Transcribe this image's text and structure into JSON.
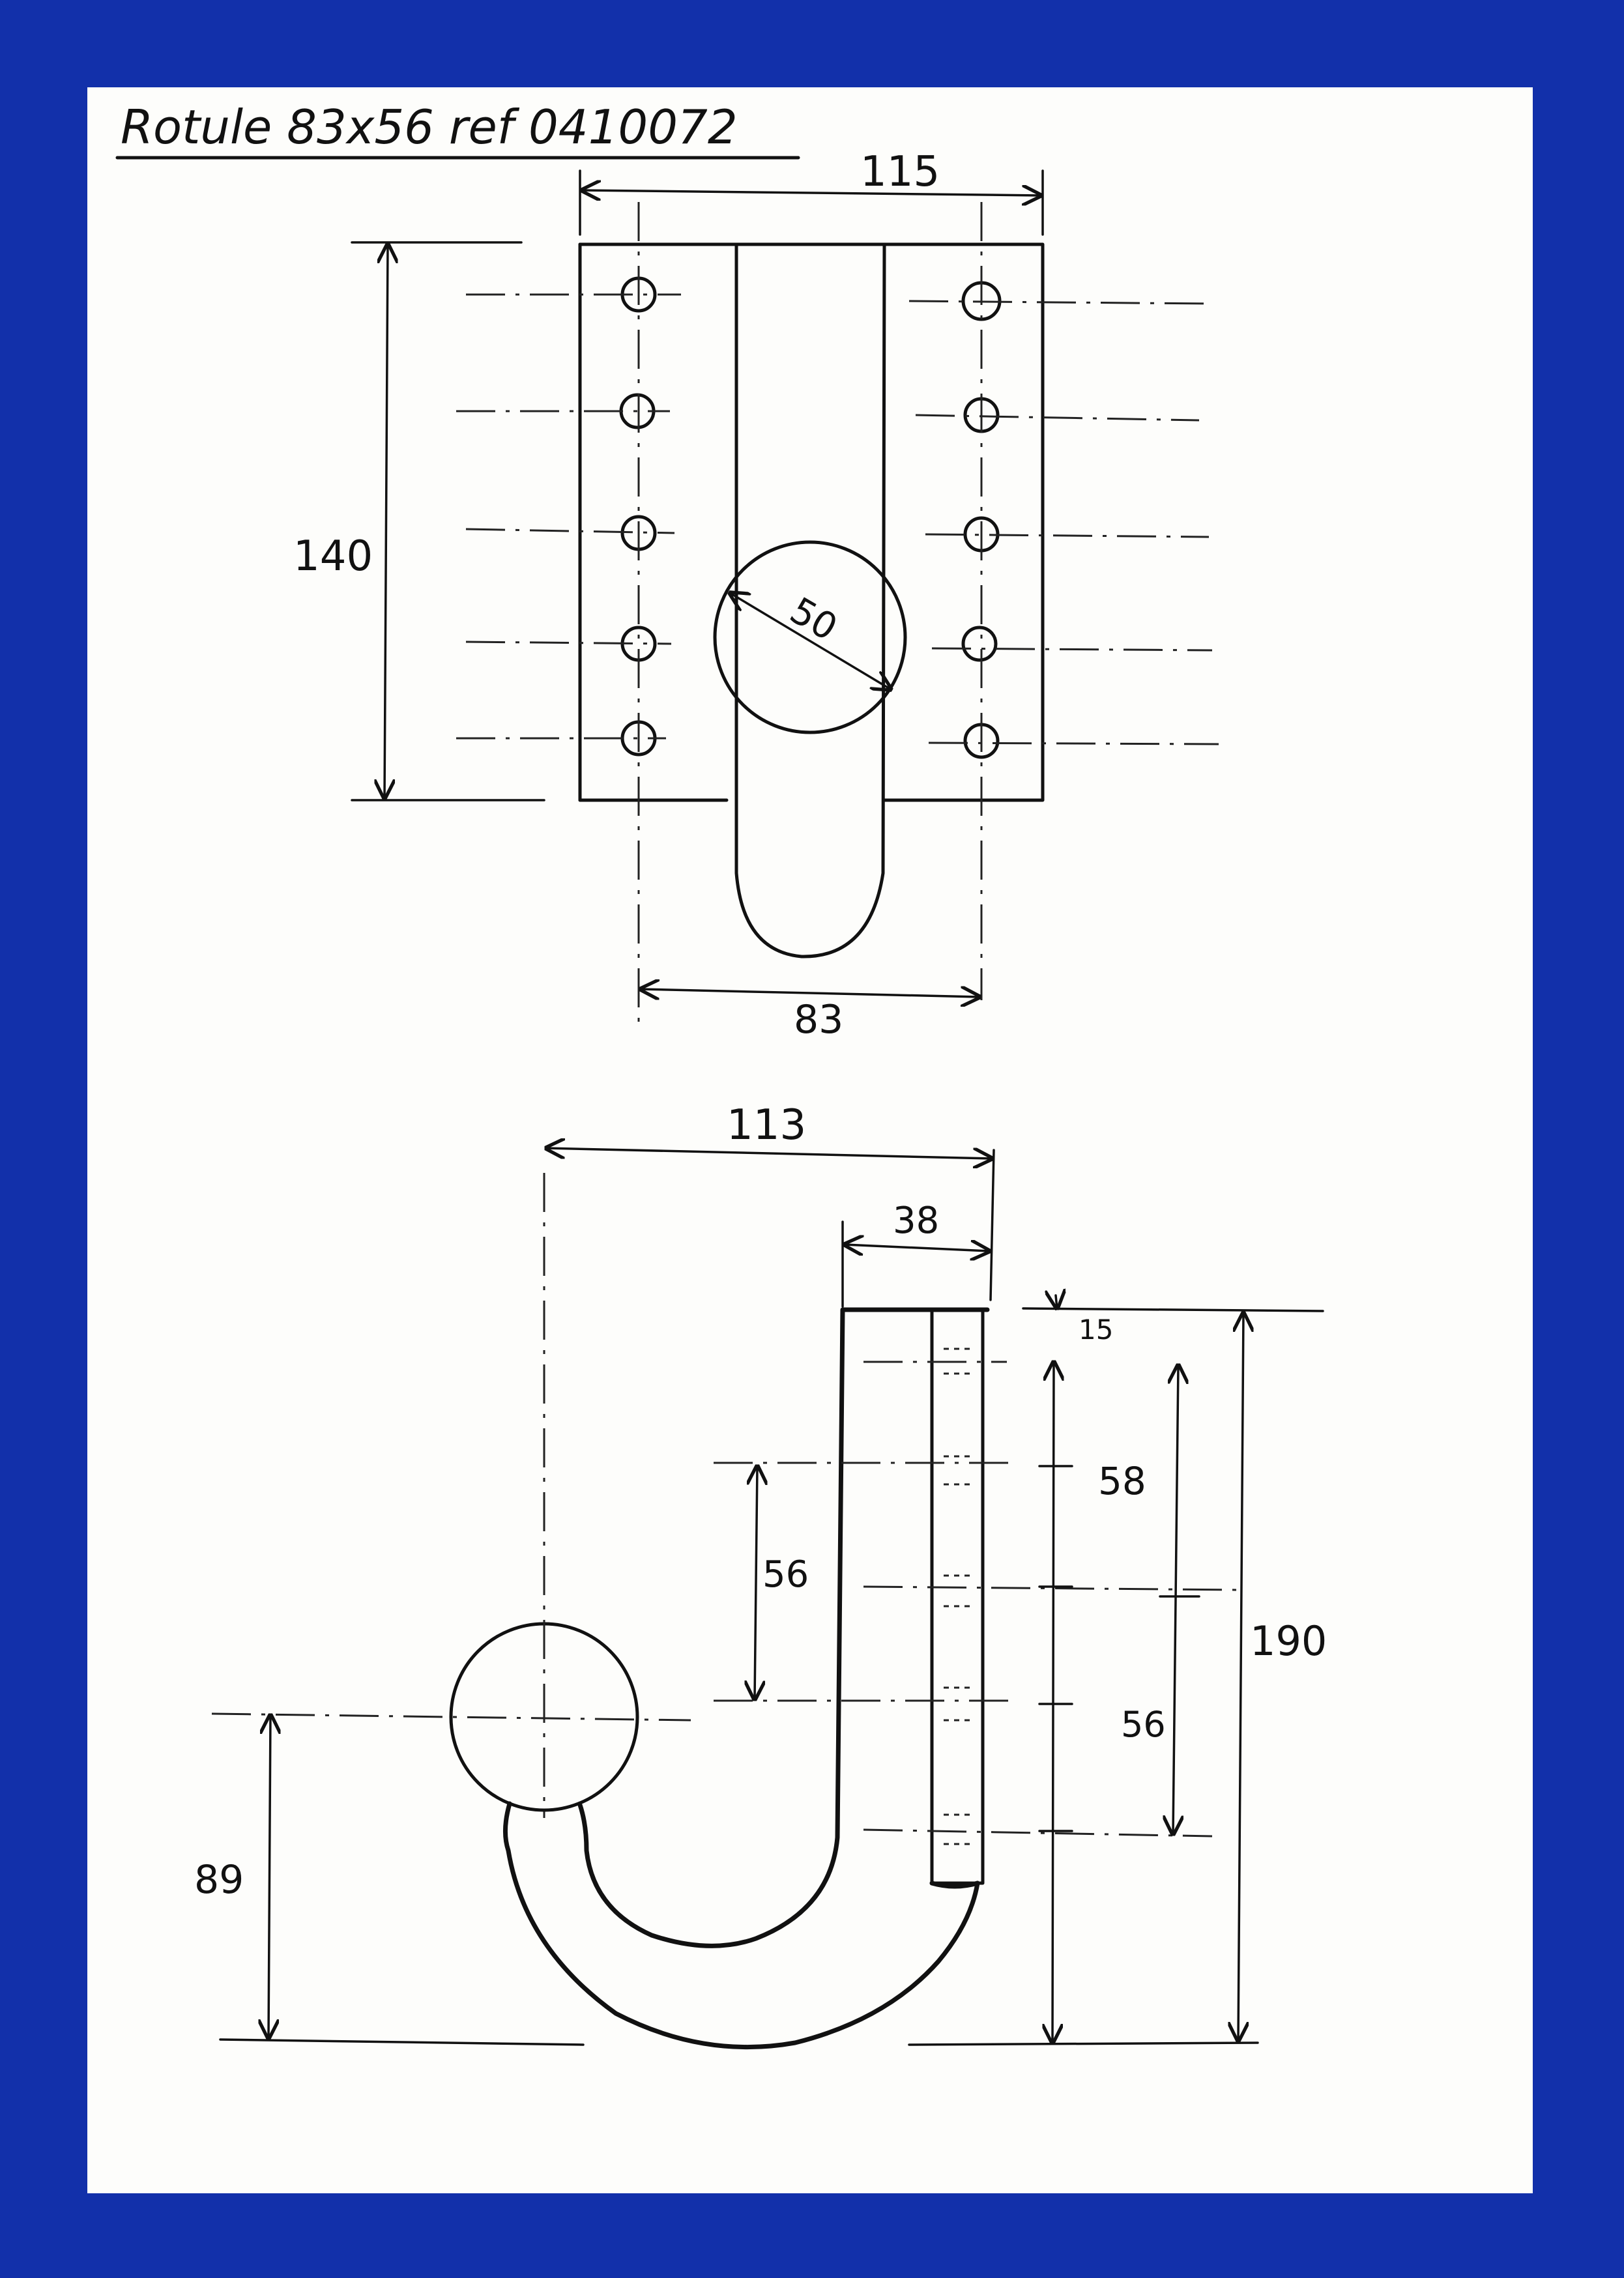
{
  "title": "Rotule 83x56 ref 0410072",
  "top_view": {
    "dim_width": "115",
    "dim_height": "140",
    "dim_ball": "50",
    "dim_hole_spacing": "83"
  },
  "side_view": {
    "dim_reach": "113",
    "dim_plate": "38",
    "dim_top": "15",
    "dim_hole_pitch_a": "58",
    "dim_hole_pitch_b": "56",
    "dim_ball_offset": "56",
    "dim_height": "190",
    "dim_ball_height": "89"
  }
}
